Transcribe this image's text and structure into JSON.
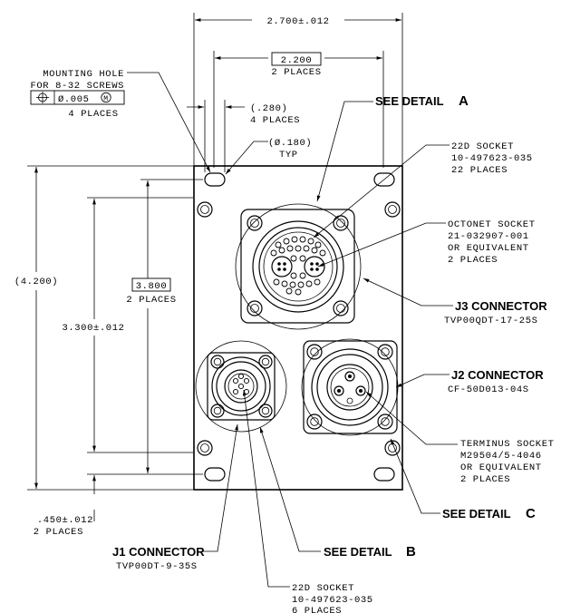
{
  "dims": {
    "overall_width": "2.700±.012",
    "hole_spacing_value": "2.200",
    "hole_spacing_places": "2 PLACES",
    "overall_height": "(4.200)",
    "height_3800_value": "3.800",
    "height_3800_places": "2 PLACES",
    "height_3300": "3.300±.012",
    "bottom_offset": ".450±.012",
    "bottom_offset_places": "2 PLACES",
    "slot_width": "(.280)",
    "slot_width_places": "4 PLACES",
    "slot_dia": "(Ø.180)",
    "slot_dia_note": "TYP"
  },
  "mounting_hole": {
    "line1": "MOUNTING HOLE",
    "line2": "FOR 8-32 SCREWS",
    "fcf_symbol": "⌖",
    "fcf_tolerance": "Ø.005",
    "fcf_modifier": "M",
    "places": "4 PLACES"
  },
  "details": {
    "a_label": "SEE DETAIL",
    "a_letter": "A",
    "b_label": "SEE DETAIL",
    "b_letter": "B",
    "c_label": "SEE DETAIL",
    "c_letter": "C"
  },
  "callouts": {
    "socket22_top_1": "22D SOCKET",
    "socket22_top_2": "10-497623-035",
    "socket22_top_3": "22 PLACES",
    "octonet_1": "OCTONET SOCKET",
    "octonet_2": "21-032907-001",
    "octonet_3": "OR EQUIVALENT",
    "octonet_4": "2 PLACES",
    "j3_title": "J3 CONNECTOR",
    "j3_part": "TVP00QDT-17-25S",
    "j2_title": "J2 CONNECTOR",
    "j2_part": "CF-50D013-04S",
    "terminus_1": "TERMINUS SOCKET",
    "terminus_2": "M29504/5-4046",
    "terminus_3": "OR EQUIVALENT",
    "terminus_4": "2 PLACES",
    "j1_title": "J1 CONNECTOR",
    "j1_part": "TVP00DT-9-35S",
    "socket22_bot_1": "22D SOCKET",
    "socket22_bot_2": "10-497623-035",
    "socket22_bot_3": "6 PLACES"
  }
}
